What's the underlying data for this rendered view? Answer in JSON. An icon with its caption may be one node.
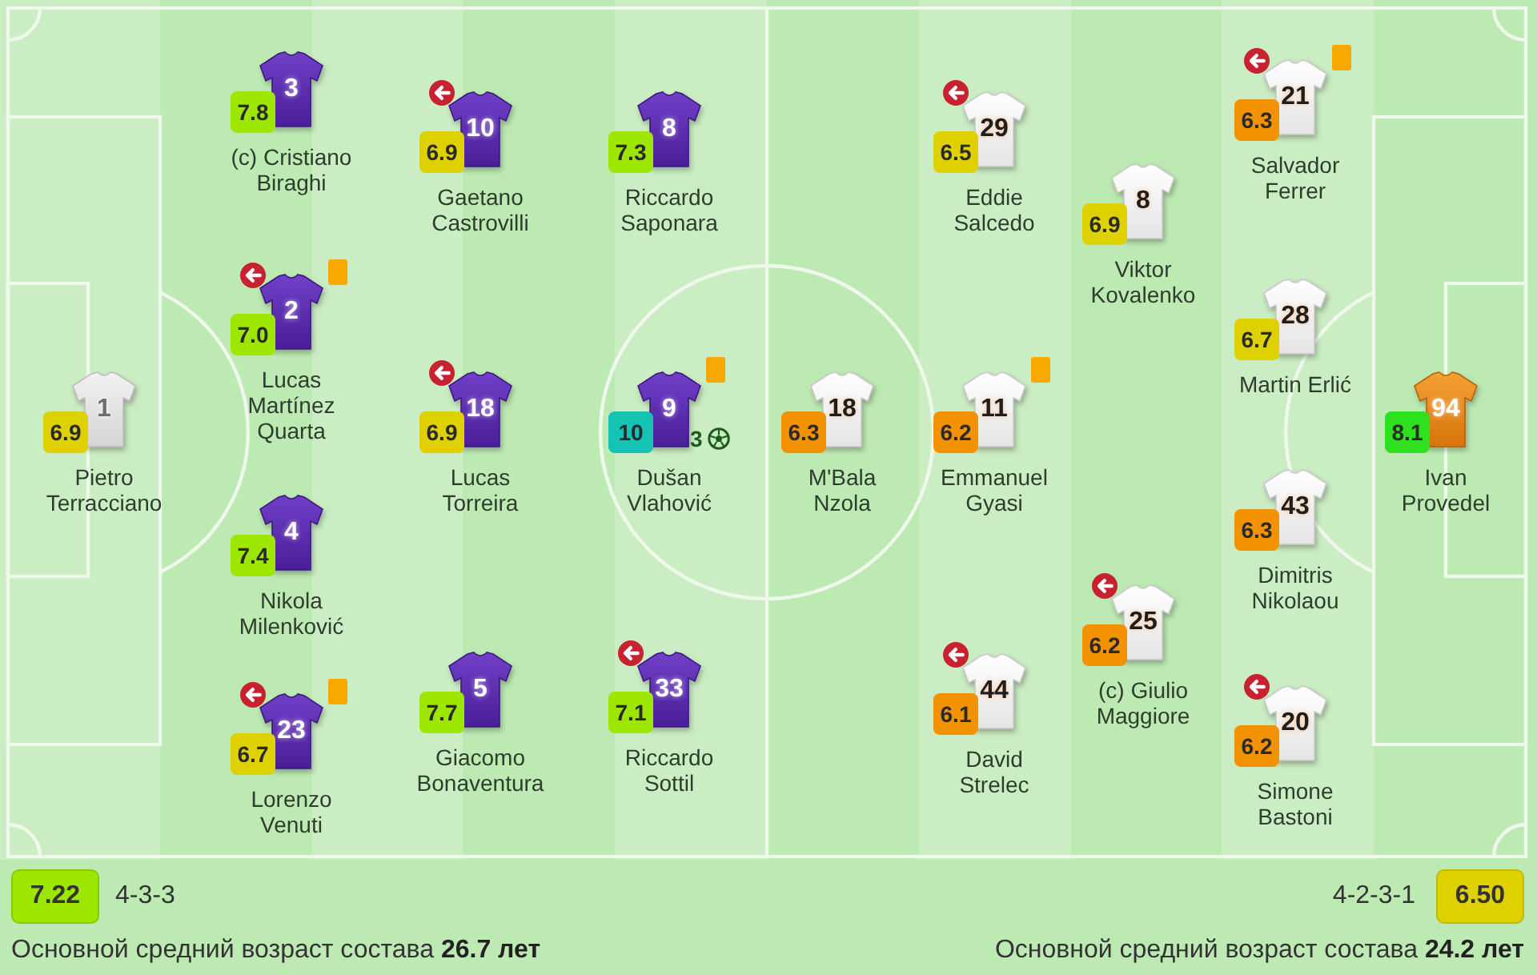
{
  "diagram": {
    "nodes": [
      {
        "text": [
          "1"
        ],
        "beside": [
          "6.9",
          "Pietro Terracciano"
        ]
      },
      {
        "text": [
          "3"
        ],
        "beside": [
          "7.8",
          "(c) Cristiano Biraghi"
        ]
      },
      {
        "text": [
          "2"
        ],
        "beside": [
          "7.0",
          "Lucas Martínez Quarta"
        ]
      },
      {
        "text": [
          "4"
        ],
        "beside": [
          "7.4",
          "Nikola Milenković"
        ]
      },
      {
        "text": [
          "23"
        ],
        "beside": [
          "6.7",
          "Lorenzo Venuti"
        ]
      },
      {
        "text": [
          "10"
        ],
        "beside": [
          "6.9",
          "Gaetano Castrovilli"
        ]
      },
      {
        "text": [
          "18"
        ],
        "beside": [
          "6.9",
          "Lucas Torreira"
        ]
      },
      {
        "text": [
          "5"
        ],
        "beside": [
          "7.7",
          "Giacomo Bonaventura"
        ]
      },
      {
        "text": [
          "8"
        ],
        "beside": [
          "7.3",
          "Riccardo Saponara"
        ]
      },
      {
        "text": [
          "9"
        ],
        "beside": [
          "10",
          "3",
          "Dušan Vlahović"
        ]
      },
      {
        "text": [
          "33"
        ],
        "beside": [
          "7.1",
          "Riccardo Sottil"
        ]
      },
      {
        "text": [
          "18"
        ],
        "beside": [
          "6.3",
          "M'Bala Nzola"
        ]
      },
      {
        "text": [
          "29"
        ],
        "beside": [
          "6.5",
          "Eddie Salcedo"
        ]
      },
      {
        "text": [
          "11"
        ],
        "beside": [
          "6.2",
          "Emmanuel Gyasi"
        ]
      },
      {
        "text": [
          "44"
        ],
        "beside": [
          "6.1",
          "David Strelec"
        ]
      },
      {
        "text": [
          "8"
        ],
        "beside": [
          "6.9",
          "Viktor Kovalenko"
        ]
      },
      {
        "text": [
          "25"
        ],
        "beside": [
          "6.2",
          "(c) Giulio Maggiore"
        ]
      },
      {
        "text": [
          "21"
        ],
        "beside": [
          "6.3",
          "Salvador Ferrer"
        ]
      },
      {
        "text": [
          "28"
        ],
        "beside": [
          "6.7",
          "Martin Erlić"
        ]
      },
      {
        "text": [
          "43"
        ],
        "beside": [
          "6.3",
          "Dimitris Nikolaou"
        ]
      },
      {
        "text": [
          "20"
        ],
        "beside": [
          "6.2",
          "Simone Bastoni"
        ]
      },
      {
        "text": [
          "94"
        ],
        "beside": [
          "8.1",
          "Ivan Provedel"
        ]
      },
      {
        "text": [
          "7.22"
        ],
        "beside": [
          "4-3-3"
        ]
      },
      {
        "text": [
          "6.50"
        ],
        "beside": [
          "4-2-3-1"
        ]
      }
    ],
    "labels": [
      "Основной средний возраст состава **26.7 лет**",
      "Основной средний возраст состава **24.2 лет**"
    ]
  }
}
